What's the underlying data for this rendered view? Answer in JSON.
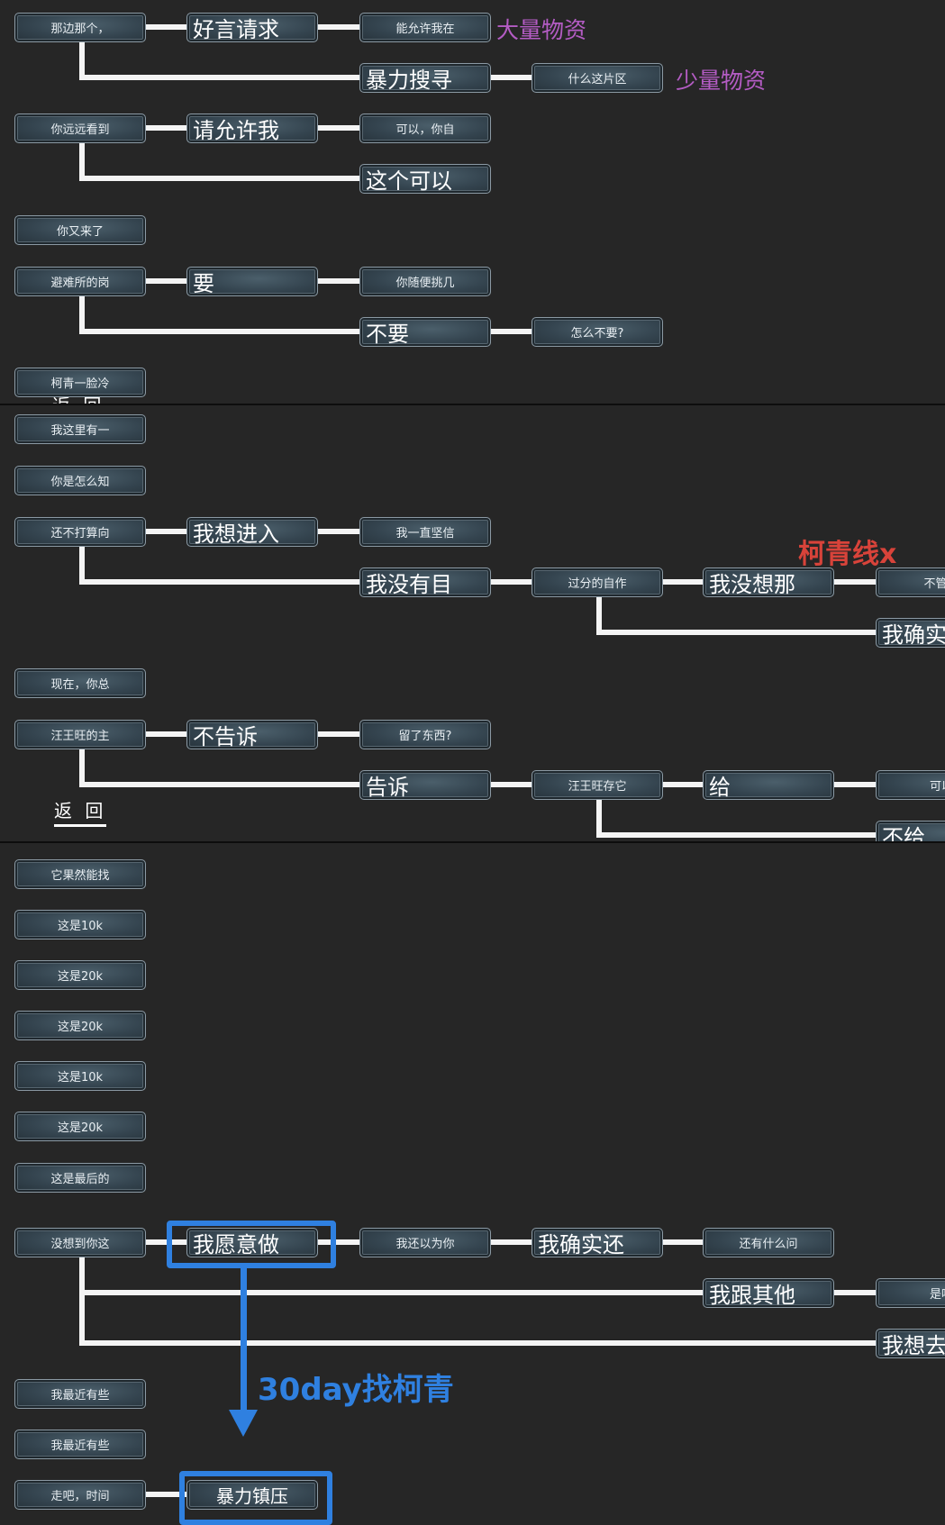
{
  "nodes": [
    "那边那个，",
    "好言请求",
    "能允许我在",
    "暴力搜寻",
    "什么这片区",
    "你远远看到",
    "请允许我",
    "可以，你自",
    "这个可以",
    "你又来了",
    "避难所的岗",
    "要",
    "你随便挑几",
    "不要",
    "怎么不要?",
    "柯青一脸冷",
    "我这里有一",
    "你是怎么知",
    "还不打算向",
    "我想进入",
    "我一直坚信",
    "我没有目",
    "过分的自作",
    "我没想那",
    "不管你",
    "我确实",
    "现在，你总",
    "汪王旺的主",
    "不告诉",
    "留了东西?",
    "告诉",
    "汪王旺存它",
    "给",
    "可以",
    "不给",
    "它果然能找",
    "这是10k",
    "这是20k",
    "这是20k",
    "这是10k",
    "这是20k",
    "这是最后的",
    "没想到你这",
    "我愿意做",
    "我还以为你",
    "我确实还",
    "还有什么问",
    "我跟其他",
    "是吗",
    "我想去",
    "我最近有些",
    "我最近有些",
    "走吧，时间",
    "暴力镇压"
  ],
  "annotations": {
    "large_supplies": "大量物资",
    "small_supplies": "少量物资",
    "keqing_line": "柯青线x",
    "find_keqing": "30day找柯青"
  },
  "back_label": "返 回",
  "colors": {
    "purple": "#b45cc4",
    "red": "#d8433a",
    "blue": "#2f80e0",
    "background": "#262626"
  }
}
